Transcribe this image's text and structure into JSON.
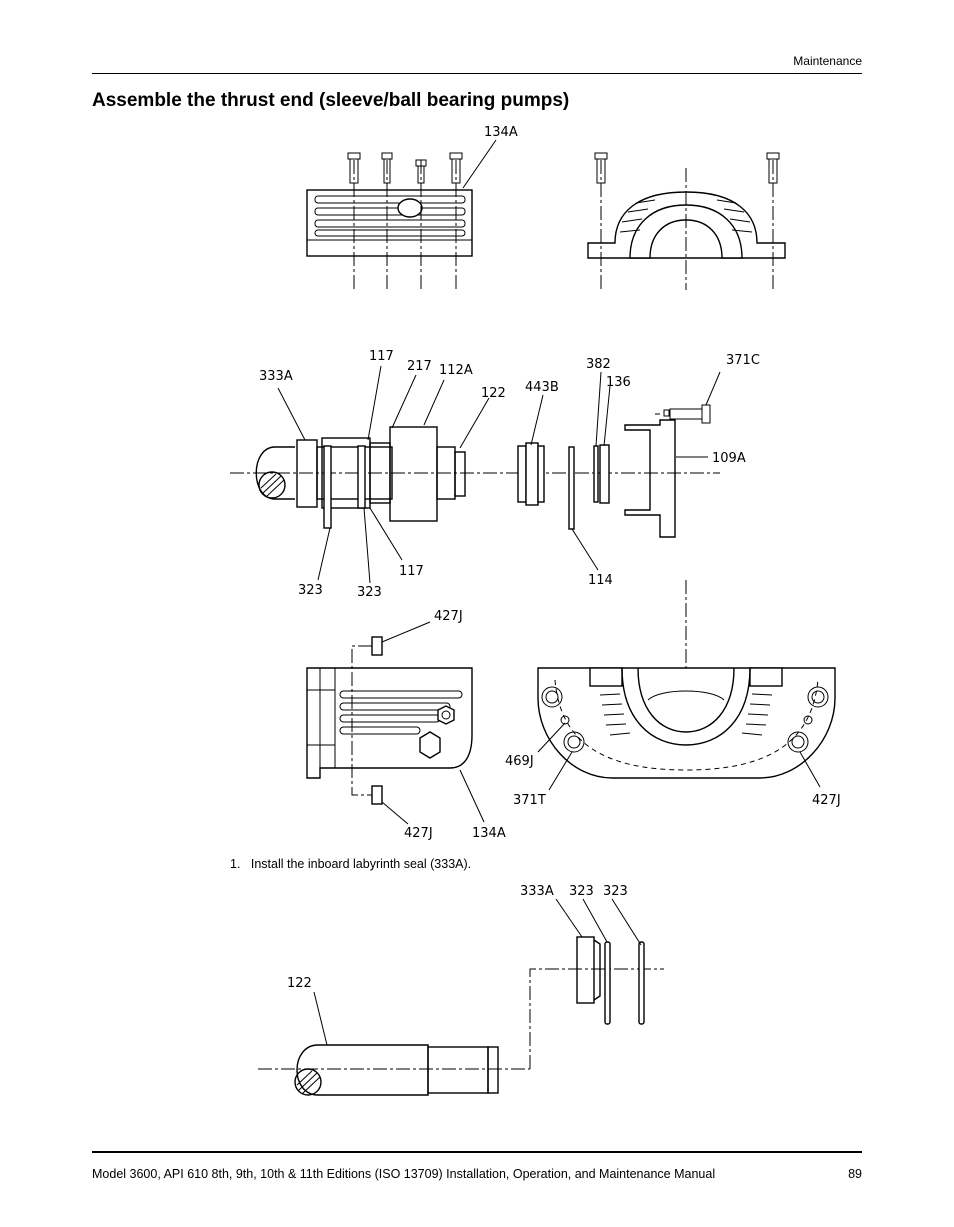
{
  "header": {
    "section": "Maintenance"
  },
  "title": "Assemble the thrust end (sleeve/ball bearing pumps)",
  "figure1": {
    "labels": {
      "l134A_top": "134A",
      "l333A": "333A",
      "l117_top": "117",
      "l217": "217",
      "l112A": "112A",
      "l122": "122",
      "l443B": "443B",
      "l382": "382",
      "l136": "136",
      "l371C": "371C",
      "l109A": "109A",
      "l323_a": "323",
      "l323_b": "323",
      "l117_bottom": "117",
      "l114": "114",
      "l427J_top": "427J",
      "l469J": "469J",
      "l371T": "371T",
      "l427J_right": "427J",
      "l427J_bottom": "427J",
      "l134A_bottom": "134A"
    }
  },
  "steps": [
    {
      "number": "1.",
      "text": "Install the inboard labyrinth seal (333A)."
    }
  ],
  "figure2": {
    "labels": {
      "l333A": "333A",
      "l323_a": "323",
      "l323_b": "323",
      "l122": "122"
    }
  },
  "footer": {
    "manual_title": "Model 3600, API 610 8th, 9th, 10th & 11th Editions (ISO 13709) Installation, Operation, and Maintenance Manual",
    "page_number": "89"
  }
}
